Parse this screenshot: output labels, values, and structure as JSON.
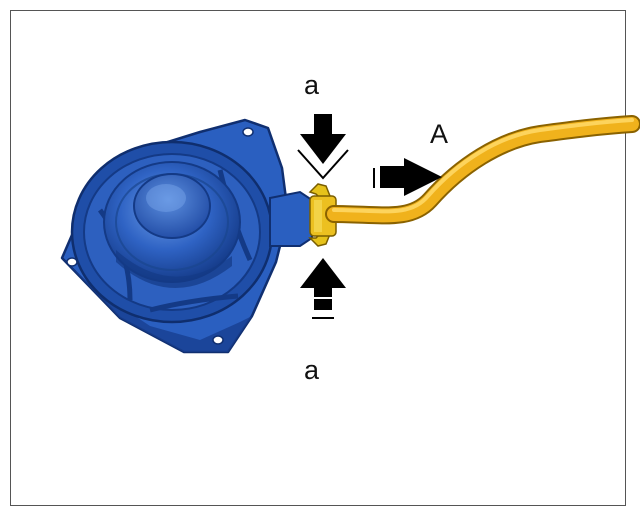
{
  "labels": {
    "press_point_top": "a",
    "press_point_bottom": "a",
    "pull_direction": "A"
  },
  "colors": {
    "speaker_body": "#2a5fc0",
    "speaker_dark": "#143a86",
    "speaker_light": "#6c9be6",
    "cable": "#f0b21c",
    "cable_dark": "#c98a00",
    "connector_clip": "#e6c21a",
    "arrow": "#000000"
  },
  "icons": {
    "press_arrow_top": "arrow-down-icon",
    "press_arrow_bottom": "arrow-up-icon",
    "pull_arrow": "arrow-right-icon"
  }
}
